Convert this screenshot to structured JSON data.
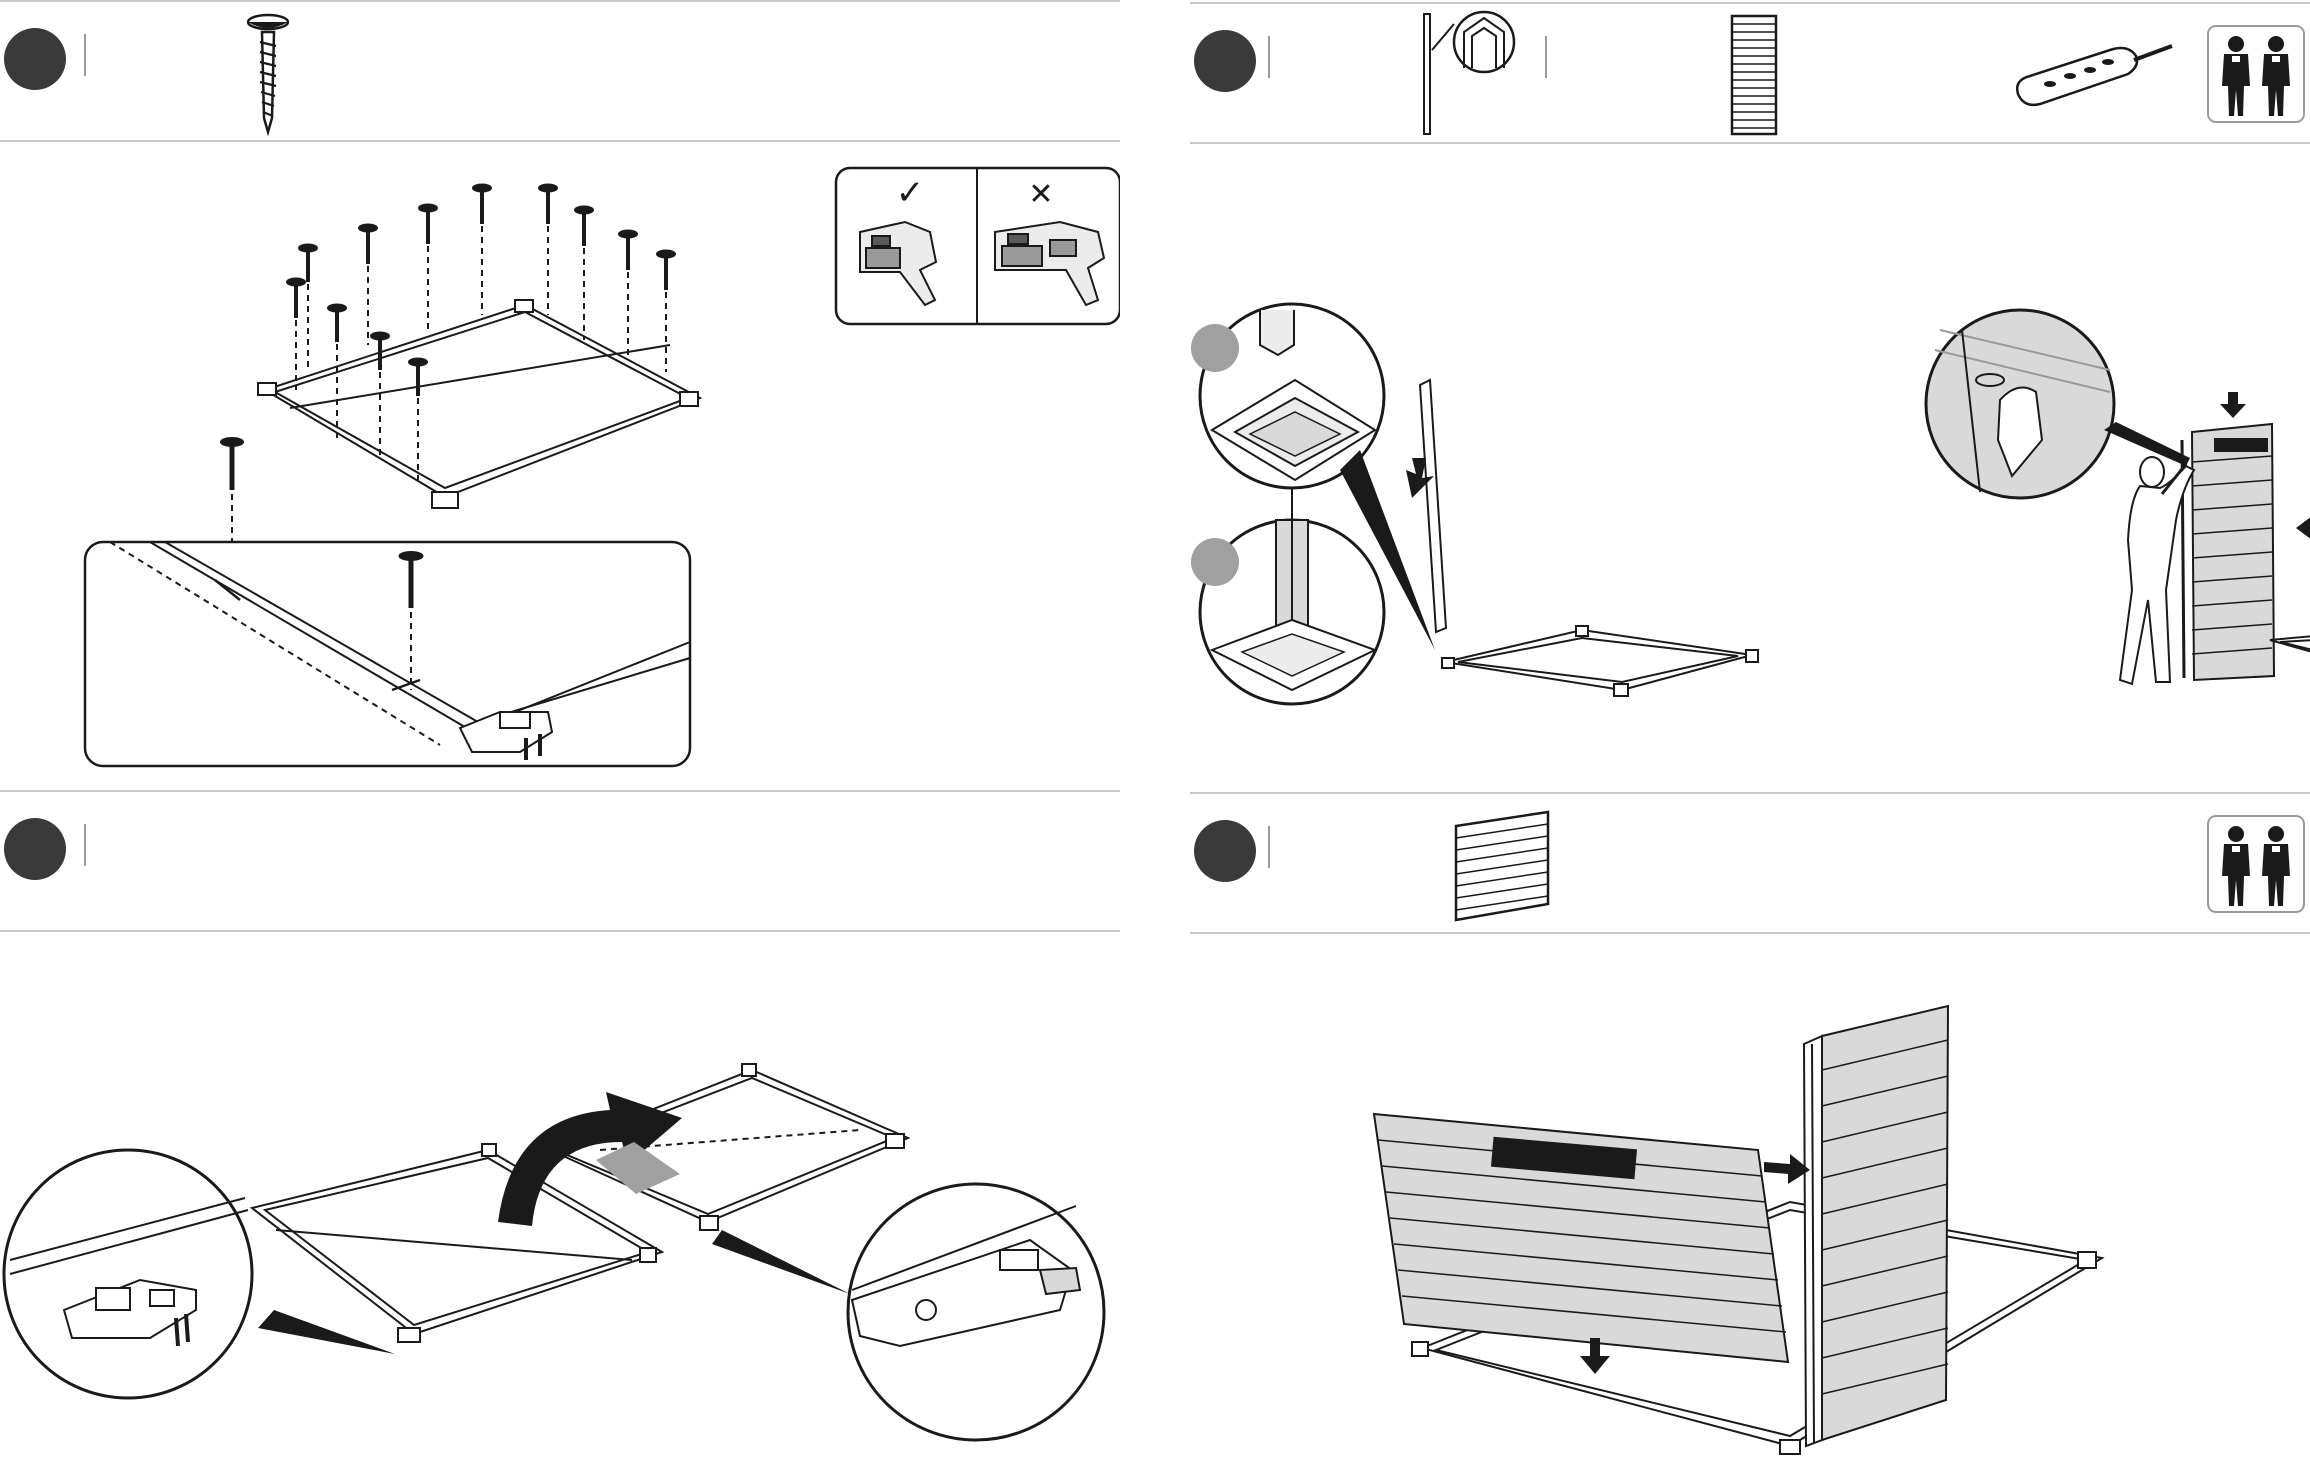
{
  "steps": [
    {
      "position": "top-left",
      "number": "",
      "parts": [
        "screw-icon"
      ],
      "helpers": 1
    },
    {
      "position": "top-right",
      "number": "",
      "parts": [
        "corner-post-icon",
        "wall-panel-icon",
        "screwdriver-icon"
      ],
      "helpers": 2
    },
    {
      "position": "bottom-left",
      "number": "",
      "parts": [],
      "helpers": 1
    },
    {
      "position": "bottom-right",
      "number": "",
      "parts": [
        "wide-wall-panel-icon"
      ],
      "helpers": 2
    }
  ],
  "check_box": {
    "correct_symbol": "✓",
    "wrong_symbol": "✕"
  },
  "colors": {
    "ink": "#1a1a1a",
    "panel_fill": "#d9d9d9",
    "marker": "#3a3a3a",
    "rule": "#c8c8c8",
    "callout_dot": "#a0a0a0"
  },
  "icons": [
    "screw-icon",
    "corner-post-icon",
    "wall-panel-icon",
    "screwdriver-icon",
    "two-person-icon",
    "arrow-icon",
    "curved-arrow-icon",
    "magnifier-callout"
  ]
}
